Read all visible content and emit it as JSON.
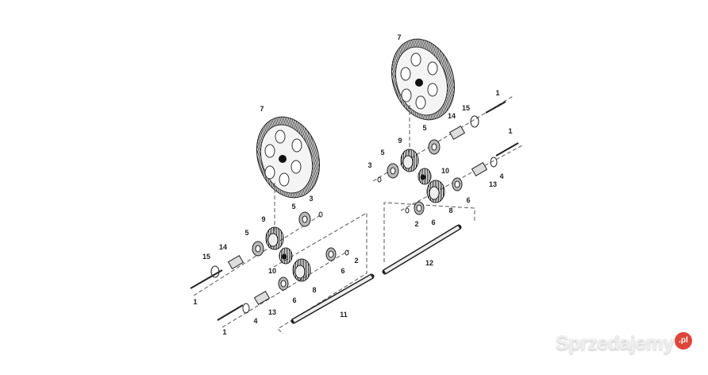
{
  "left_assembly": {
    "part_labels": [
      "7",
      "3",
      "5",
      "9",
      "5",
      "14",
      "15",
      "1",
      "10",
      "6",
      "2",
      "8",
      "6",
      "13",
      "4",
      "1",
      "11"
    ]
  },
  "right_assembly": {
    "part_labels": [
      "7",
      "1",
      "15",
      "14",
      "5",
      "9",
      "5",
      "3",
      "1",
      "10",
      "4",
      "13",
      "6",
      "2",
      "6",
      "8",
      "12"
    ]
  },
  "watermark": {
    "text": "Sprzedajemy",
    "badge": ".pl"
  }
}
